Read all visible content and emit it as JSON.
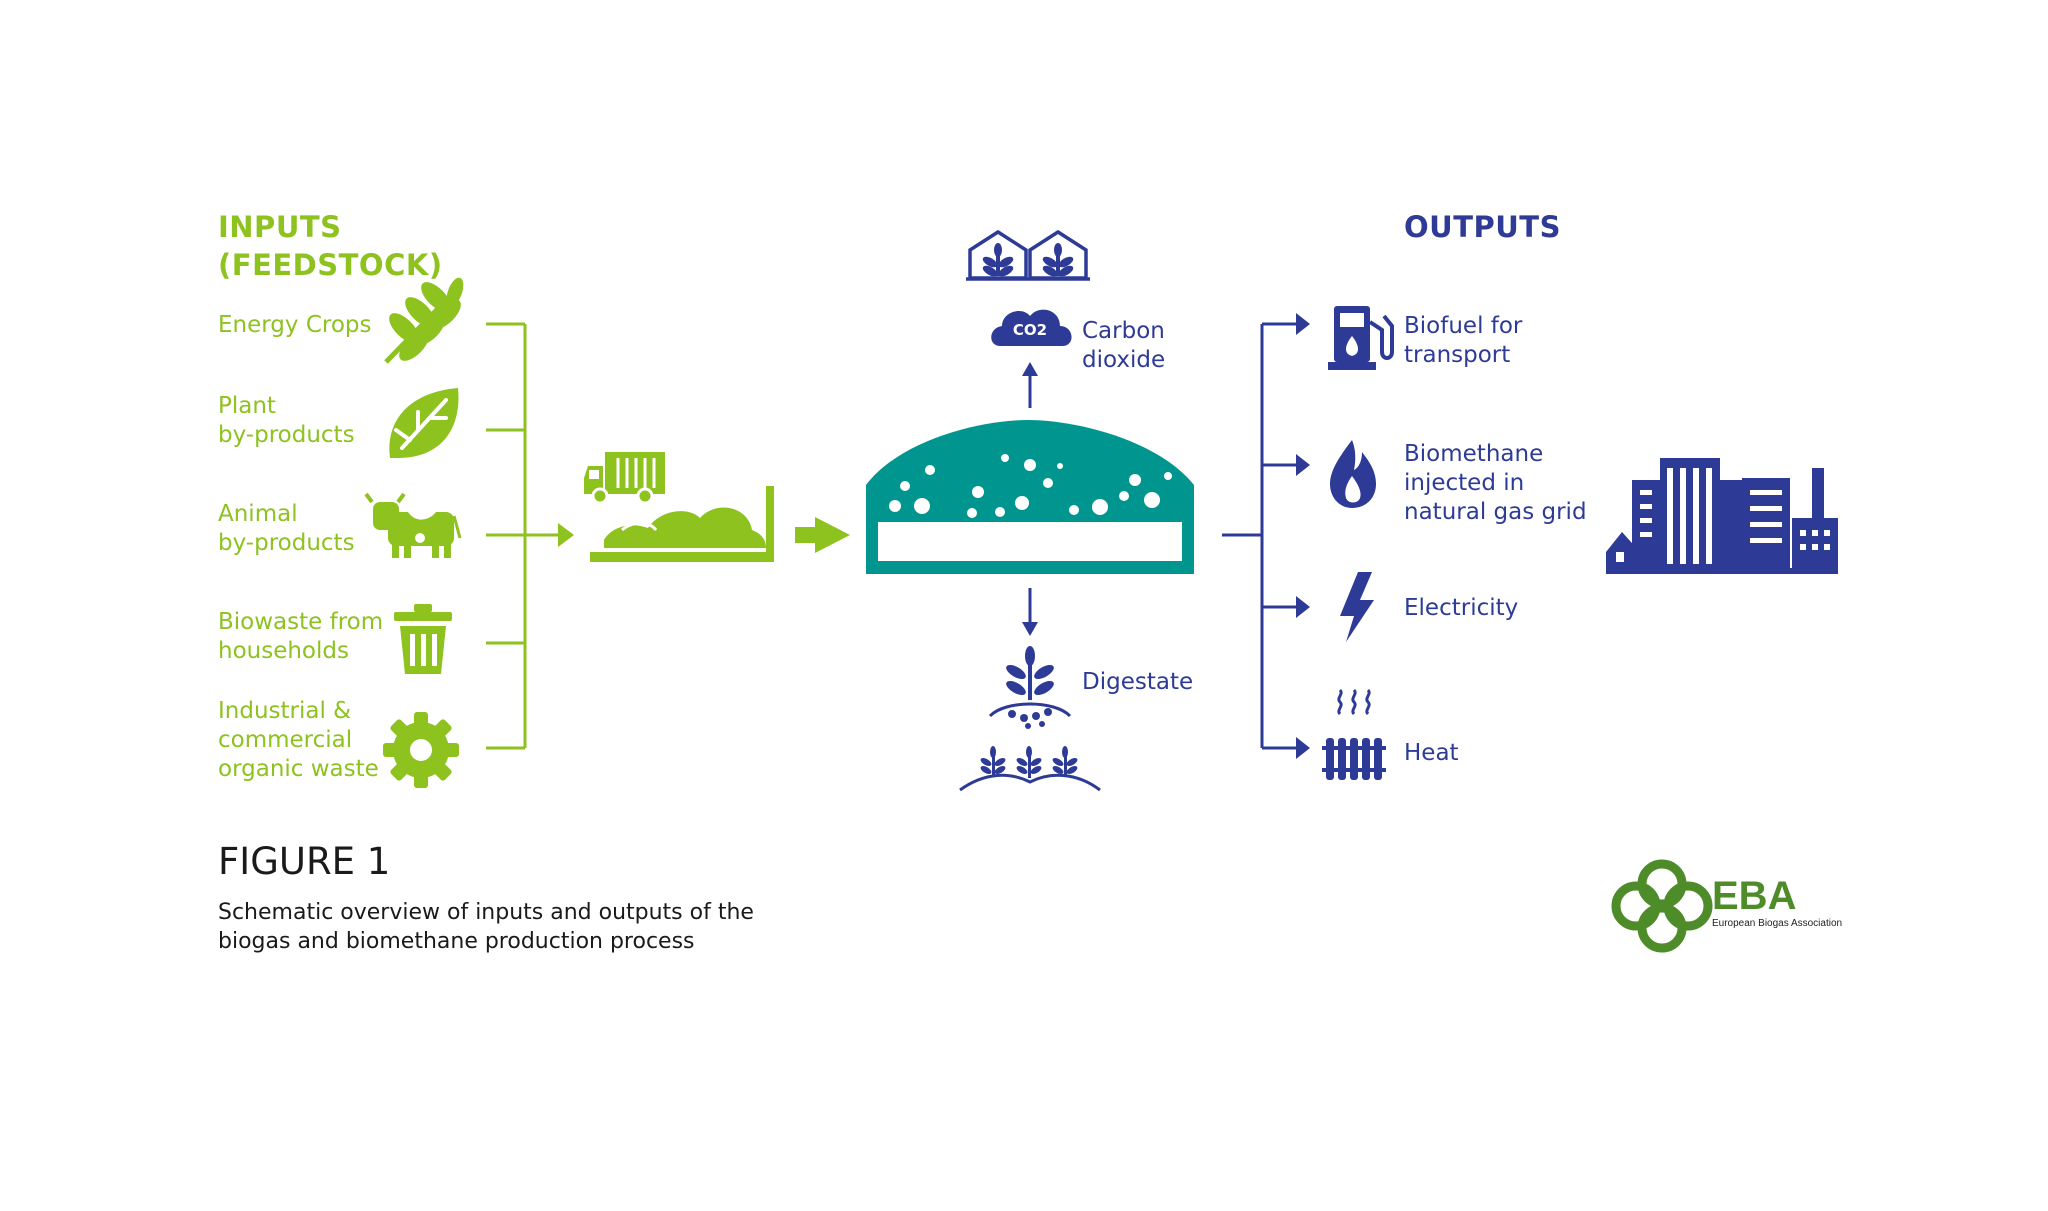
{
  "inputs": {
    "heading_line1": "INPUTS",
    "heading_line2": "(FEEDSTOCK)",
    "items": [
      {
        "line1": "Energy Crops",
        "line2": "",
        "line3": "",
        "icon": "wheat-icon"
      },
      {
        "line1": "Plant",
        "line2": "by-products",
        "line3": "",
        "icon": "leaf-icon"
      },
      {
        "line1": "Animal",
        "line2": "by-products",
        "line3": "",
        "icon": "cow-icon"
      },
      {
        "line1": "Biowaste from",
        "line2": "households",
        "line3": "",
        "icon": "trash-bin-icon"
      },
      {
        "line1": "Industrial &",
        "line2": "commercial",
        "line3": "organic waste",
        "icon": "gear-icon"
      }
    ]
  },
  "middle": {
    "co2_badge": "CO2",
    "carbon_line1": "Carbon",
    "carbon_line2": "dioxide",
    "digestate": "Digestate"
  },
  "outputs": {
    "heading": "OUTPUTS",
    "items": [
      {
        "line1": "Biofuel for",
        "line2": "transport",
        "line3": "",
        "icon": "fuel-pump-icon"
      },
      {
        "line1": "Biomethane",
        "line2": "injected in",
        "line3": "natural gas grid",
        "icon": "flame-icon"
      },
      {
        "line1": "Electricity",
        "line2": "",
        "line3": "",
        "icon": "lightning-icon"
      },
      {
        "line1": "Heat",
        "line2": "",
        "line3": "",
        "icon": "radiator-icon"
      }
    ]
  },
  "figure": {
    "title": "FIGURE 1",
    "caption_line1": "Schematic overview of inputs and outputs of the",
    "caption_line2": "biogas and biomethane production process"
  },
  "logo": {
    "letters": "EBA",
    "subtitle": "European Biogas Association"
  },
  "colors": {
    "input_green": "#8dc21f",
    "output_blue": "#2e3b96",
    "digester_teal": "#00968f",
    "logo_green": "#4e8c2a"
  }
}
